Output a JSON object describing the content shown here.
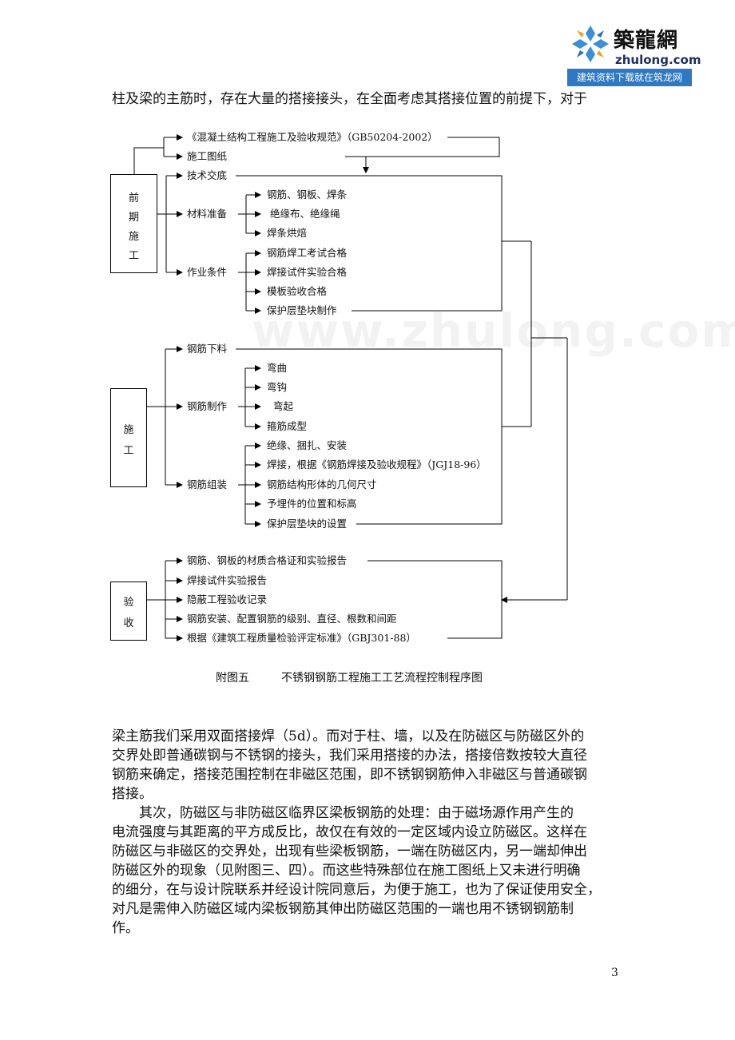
{
  "logo": {
    "cn": "築龍網",
    "en": "zhulong.com",
    "band": "建筑资料下载就在筑龙网"
  },
  "watermark": "www.zhulong.com",
  "top_line": "柱及梁的主筋时，存在大量的搭接接头，在全面考虑其搭接位置的前提下，对于",
  "flow": {
    "pre": {
      "box": [
        "前",
        "期",
        "施",
        "工"
      ],
      "items": {
        "spec": "《混凝土结构工程施工及验收规范》（GB50204-2002）",
        "drawings": "施工图纸",
        "tech": "技术交底",
        "material": "材料准备",
        "material_subs": [
          "钢筋、钢板、焊条",
          "绝缘布、绝缘绳",
          "焊条烘焙"
        ],
        "work": "作业条件",
        "work_subs": [
          "钢筋焊工考试合格",
          "焊接试件实验合格",
          "模板验收合格",
          "保护层垫块制作"
        ]
      }
    },
    "construction": {
      "box": [
        "施",
        "工"
      ],
      "items": {
        "cutting": "钢筋下料",
        "making": "钢筋制作",
        "making_subs": [
          "弯曲",
          "弯钩",
          "弯起",
          "箍筋成型"
        ],
        "assembly": "钢筋组装",
        "assembly_subs": [
          "绝缘、捆扎、安装",
          "焊接，根据《钢筋焊接及验收规程》（JGJ18-96）",
          "钢筋结构形体的几何尺寸",
          "予埋件的位置和标高",
          "保护层垫块的设置"
        ]
      }
    },
    "acceptance": {
      "box": [
        "验",
        "收"
      ],
      "items": [
        "钢筋、钢板的材质合格证和实验报告",
        "焊接试件实验报告",
        "隐蔽工程验收记录",
        "钢筋安装、配置钢筋的级别、直径、根数和间距",
        "根据《建筑工程质量检验评定标准》（GBJ301-88）"
      ]
    }
  },
  "caption": {
    "label": "附图五",
    "title": "不锈钢钢筋工程施工工艺流程控制程序图"
  },
  "paragraphs": [
    "梁主筋我们采用双面搭接焊（5d）。而对于柱、墙，以及在防磁区与防磁区外的",
    "交界处即普通碳钢与不锈钢的接头，我们采用搭接的办法，搭接倍数按较大直径",
    "钢筋来确定，搭接范围控制在非磁区范围，即不锈钢钢筋伸入非磁区与普通碳钢",
    "搭接。",
    "其次，防磁区与非防磁区临界区梁板钢筋的处理：由于磁场源作用产生的",
    "电流强度与其距离的平方成反比，故仅在有效的一定区域内设立防磁区。这样在",
    "防磁区与非磁区的交界处，出现有些梁板钢筋，一端在防磁区内，另一端却伸出",
    "防磁区外的现象（见附图三、四）。而这些特殊部位在施工图纸上又未进行明确",
    "的细分，在与设计院联系并经设计院同意后，为便于施工，也为了保证使用安全，",
    "对凡是需伸入防磁区域内梁板钢筋其伸出防磁区范围的一端也用不锈钢钢筋制",
    "作。"
  ],
  "page_number": "3"
}
